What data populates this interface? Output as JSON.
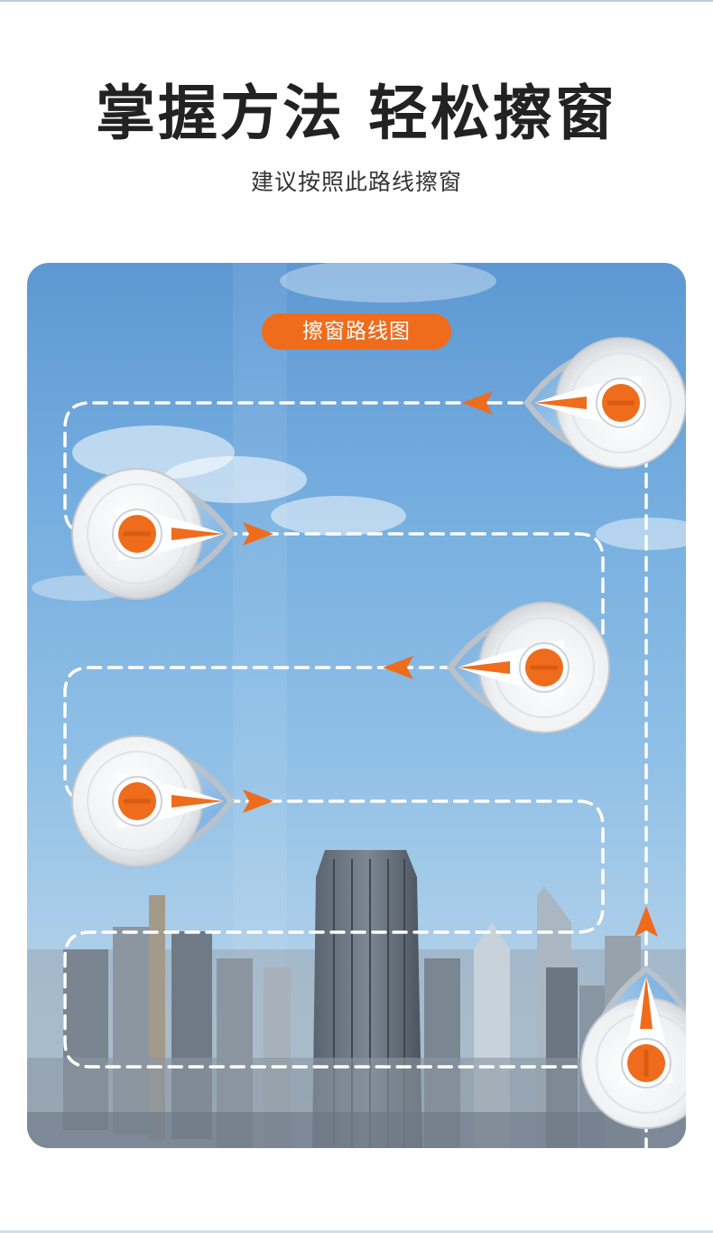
{
  "page": {
    "headline": "掌握方法 轻松擦窗",
    "subhead": "建议按照此路线擦窗"
  },
  "route_card": {
    "badge_label": "擦窗路线图",
    "path_color": "#ffffff",
    "arrow_color": "#ee6c1c",
    "robots": [
      {
        "name": "robot-top-right",
        "facing": "left"
      },
      {
        "name": "robot-row2-left",
        "facing": "right"
      },
      {
        "name": "robot-row3-right",
        "facing": "left"
      },
      {
        "name": "robot-row4-left",
        "facing": "right"
      },
      {
        "name": "robot-bottom-right",
        "facing": "up"
      }
    ]
  }
}
